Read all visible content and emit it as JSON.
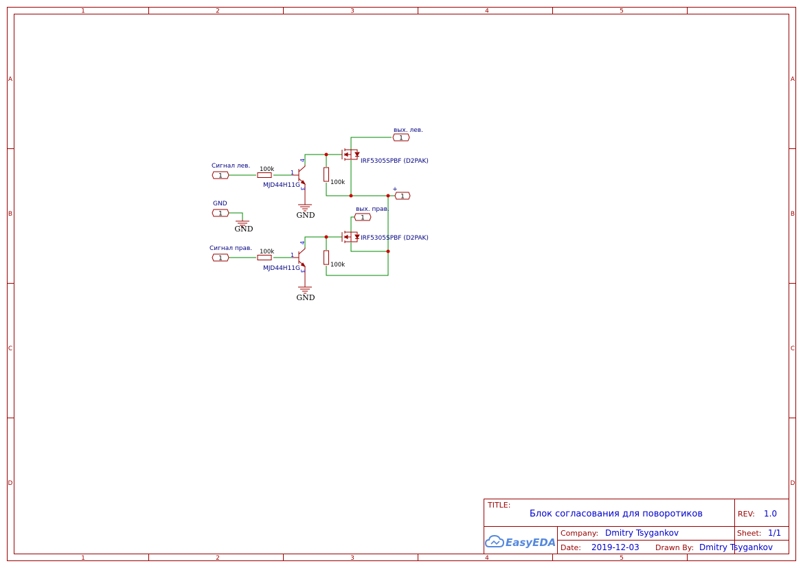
{
  "sheet_frame": {
    "columns": [
      "1",
      "2",
      "3",
      "4",
      "5"
    ],
    "rows": [
      "A",
      "B",
      "C",
      "D"
    ]
  },
  "title_block": {
    "title_label": "TITLE:",
    "title_value": "Блок согласования для поворотиков",
    "rev_label": "REV:",
    "rev_value": "1.0",
    "company_label": "Company:",
    "company_value": "Dmitry Tsygankov",
    "sheet_label": "Sheet:",
    "sheet_value": "1/1",
    "date_label": "Date:",
    "date_value": "2019-12-03",
    "drawn_label": "Drawn By:",
    "drawn_value": "Dmitry Tsygankov",
    "logo_text": "EasyEDA"
  },
  "schematic": {
    "ports": {
      "signal_left": {
        "label": "Сигнал лев.",
        "num": "1"
      },
      "gnd": {
        "label": "GND",
        "num": "1"
      },
      "signal_right": {
        "label": "Сигнал прав.",
        "num": "1"
      },
      "out_left": {
        "label": "вых. лев.",
        "num": "1"
      },
      "out_right": {
        "label": "вых. прав.",
        "num": "1"
      },
      "plus": {
        "label": "+",
        "num": "1"
      }
    },
    "gnd_symbols": {
      "gnd_port": "GND",
      "gnd_upper": "GND",
      "gnd_lower": "GND"
    },
    "resistors": {
      "r_base_upper": "100k",
      "r_gate_upper": "100k",
      "r_base_lower": "100k",
      "r_gate_lower": "100k"
    },
    "transistors": {
      "q_upper": {
        "part": "MJD44H11G",
        "pin_base": "1",
        "pin_collector": "4",
        "pin_emitter": "3"
      },
      "q_lower": {
        "part": "MJD44H11G",
        "pin_base": "1",
        "pin_collector": "4",
        "pin_emitter": "3"
      }
    },
    "mosfets": {
      "m_upper": "IRF5305SPBF (D2PAK)",
      "m_lower": "IRF5305SPBF (D2PAK)"
    }
  }
}
